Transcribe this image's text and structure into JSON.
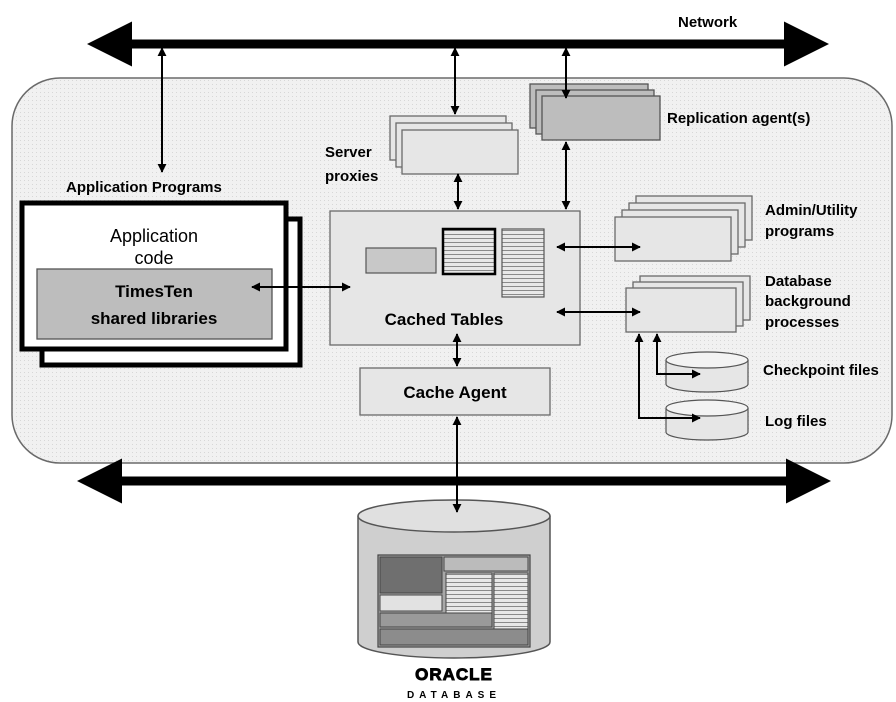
{
  "labels": {
    "network": "Network",
    "replication_agents": "Replication agent(s)",
    "server_proxies_line1": "Server",
    "server_proxies_line2": "proxies",
    "application_programs": "Application Programs",
    "application_code_line1": "Application",
    "application_code_line2": "code",
    "timesten_line1": "TimesTen",
    "timesten_line2": "shared libraries",
    "cached_tables": "Cached Tables",
    "admin_utility_line1": "Admin/Utility",
    "admin_utility_line2": "programs",
    "db_background_line1": "Database",
    "db_background_line2": "background",
    "db_background_line3": "processes",
    "checkpoint_files": "Checkpoint files",
    "log_files": "Log files",
    "cache_agent": "Cache Agent",
    "oracle_logo": "ORACLE",
    "oracle_database": "DATABASE"
  },
  "colors": {
    "background_panel": "#efefef",
    "box_fill": "#e6e6e6",
    "dark_box_fill": "#bdbdbd"
  }
}
